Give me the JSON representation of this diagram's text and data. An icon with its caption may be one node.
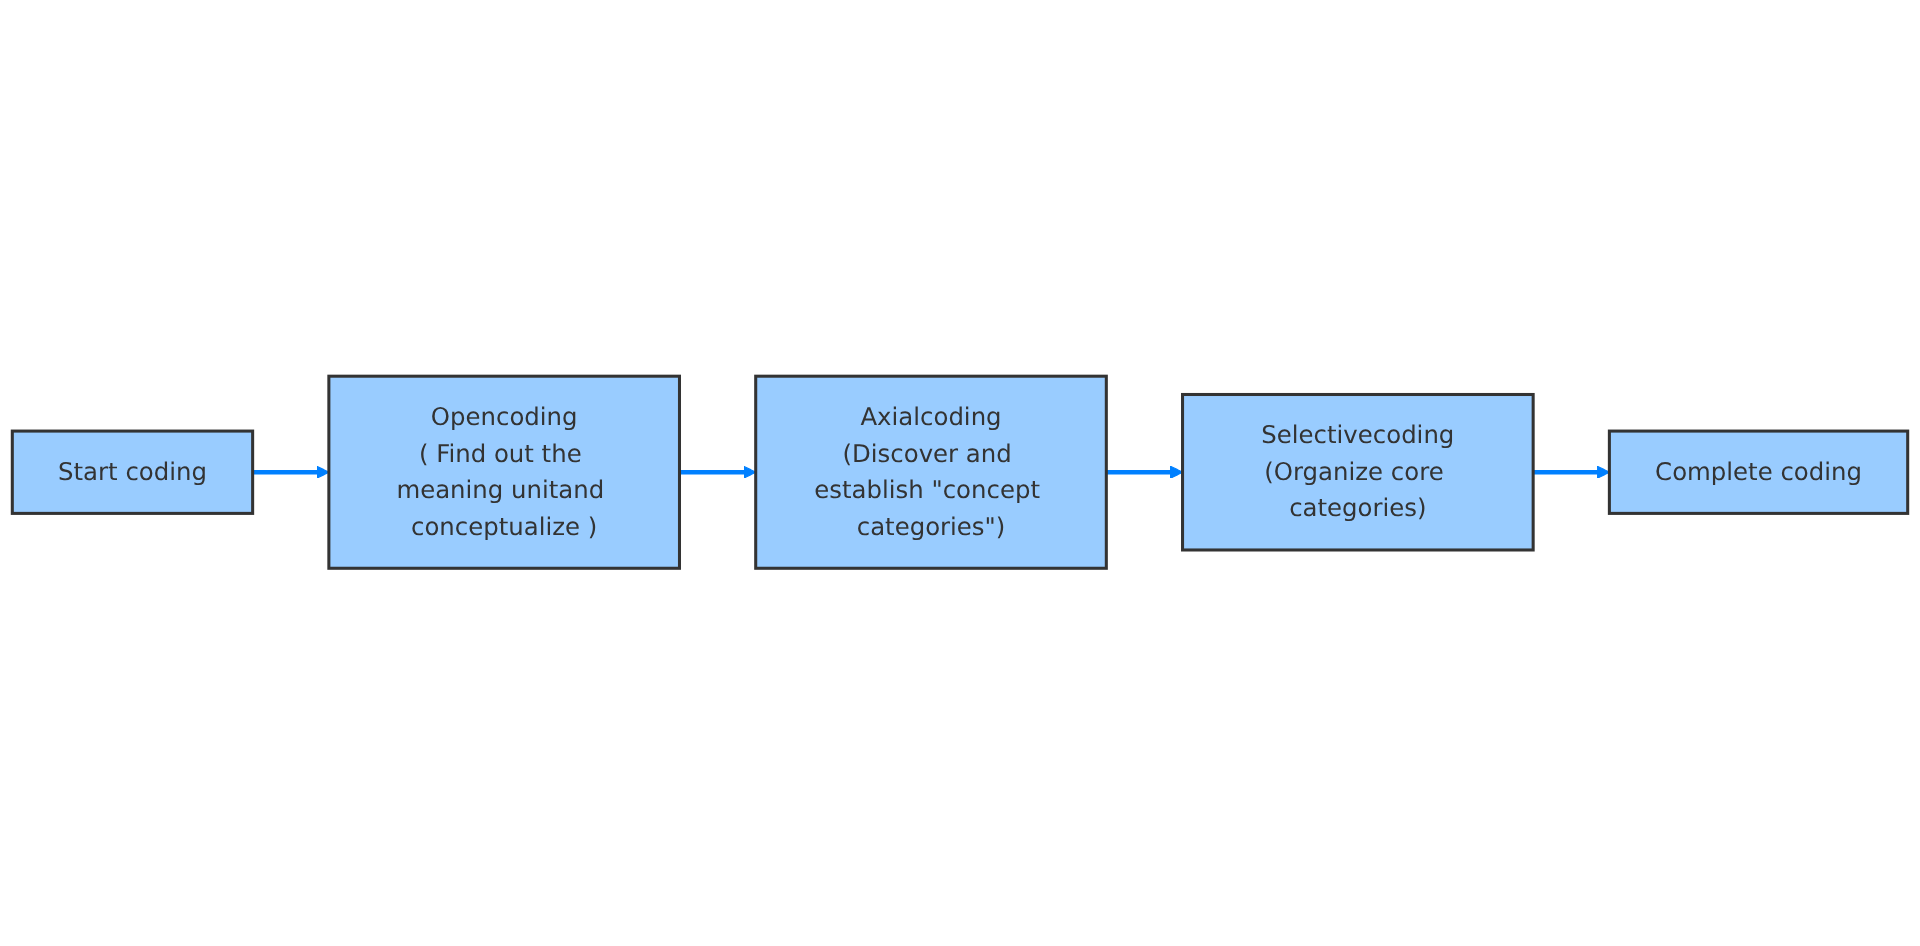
{
  "diagram": {
    "nodes": [
      {
        "text": [
          "Start coding"
        ]
      },
      {
        "text": [
          "Opencoding",
          "( Find out the meaning unitand conceptualize )"
        ]
      },
      {
        "text": [
          "Axialcoding",
          "(Discover and establish \"concept categories\")"
        ]
      },
      {
        "text": [
          "Selectivecoding",
          "(Organize core categories)"
        ]
      },
      {
        "text": [
          "Complete coding"
        ]
      }
    ],
    "edges": [
      {
        "from": 0,
        "to": 1,
        "arrow": "to"
      },
      {
        "from": 1,
        "to": 2,
        "arrow": "to"
      },
      {
        "from": 2,
        "to": 3,
        "arrow": "to"
      },
      {
        "from": 3,
        "to": 4,
        "arrow": "to"
      }
    ]
  }
}
